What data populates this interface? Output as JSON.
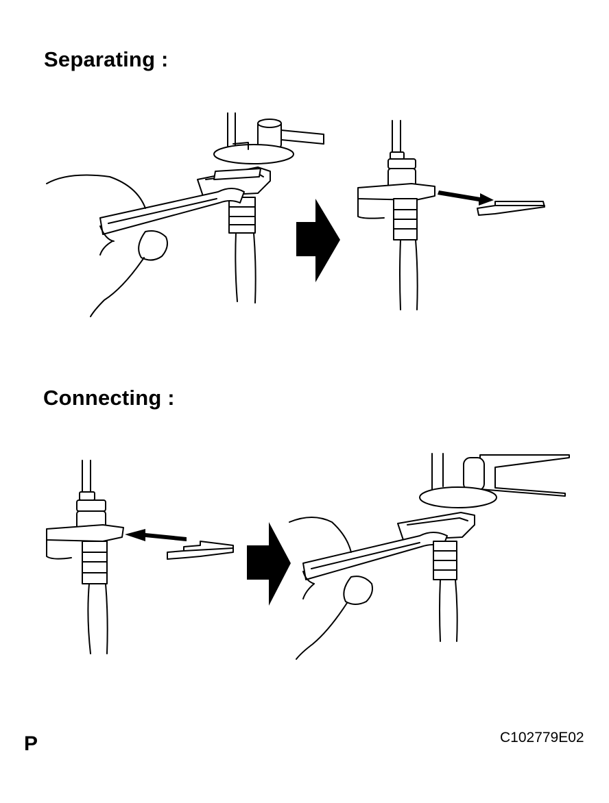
{
  "headings": {
    "separating": "Separating :",
    "connecting": "Connecting :"
  },
  "footer": {
    "corner_letter": "P",
    "figure_code": "C102779E02"
  },
  "icons": {
    "arrow": "big-black-right-arrow"
  }
}
